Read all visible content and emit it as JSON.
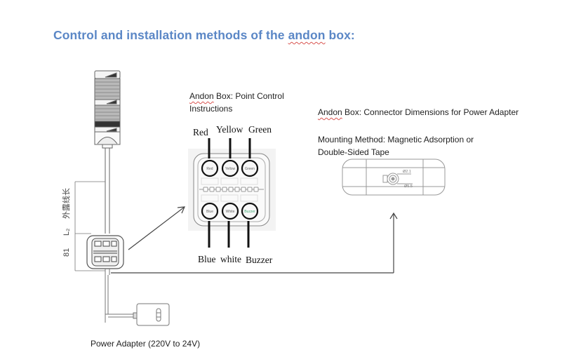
{
  "title": {
    "prefix": "Control and installation methods of the ",
    "underlined_word": "andon",
    "suffix": " box:"
  },
  "point_control": {
    "heading_word1": "Andon",
    "heading_rest_line1": " Box:  Point  Control",
    "heading_line2": "Instructions",
    "top_labels": [
      "Red",
      "Yellow",
      "Green"
    ],
    "bottom_labels": [
      "Blue",
      "white",
      "Buzzer"
    ],
    "button_labels_top": [
      "Red",
      "Yellow",
      "Green"
    ],
    "button_labels_bottom": [
      "Blue",
      "White",
      "Buzzer"
    ]
  },
  "connector": {
    "heading_word1": "Andon",
    "heading_rest": " Box: Connector Dimensions for Power Adapter",
    "mounting_line1": "Mounting Method: Magnetic Adsorption or",
    "mounting_line2": "Double-Sided Tape",
    "dim_outer": "Ø2.1",
    "dim_inner": "Ø5.5"
  },
  "dimensions": {
    "exposed_cable_label": "外露线长",
    "length_label": "L₂",
    "height_value": "81"
  },
  "power_adapter": {
    "label": "Power Adapter (220V to 24V)"
  },
  "colors": {
    "title": "#5b87c6",
    "line": "#444444",
    "squiggle": "#d9534f"
  }
}
